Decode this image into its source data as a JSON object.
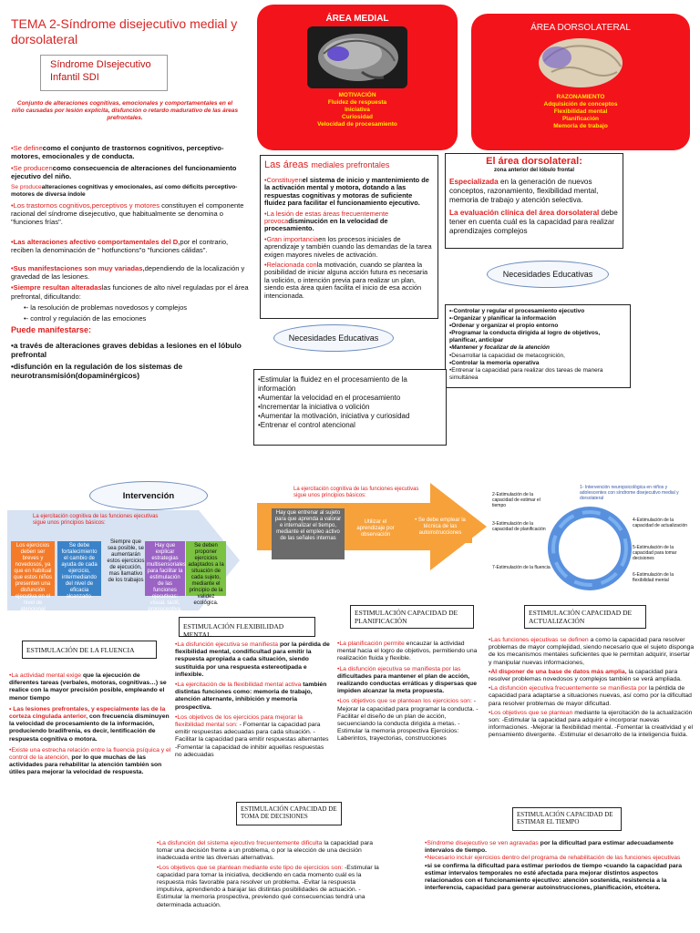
{
  "title": "TEMA 2-Síndrome disejecutivo medial y dorsolateral",
  "sdi_box": "Síndrome DIsejecutivo Infantil SDI",
  "definition": "Conjunto de alteraciones cognitivas, emocionales y comportamentales en el niño causadas por lesión explícita, disfunción o retardo madurativo de las áreas prefrontales.",
  "left_col": [
    {
      "r": "•Se define",
      "t": "como el conjunto de trastornos cognitivos, perceptivo-motores, emocionales y de conducta."
    },
    {
      "r": "•Se producen",
      "t": "como consecuencia de alteraciones del funcionamiento ejecutivo del niño."
    },
    {
      "r": "Se produce",
      "t": "alteraciones cognitivas y emocionales, así como déficits perceptivo-motores de diversa índole"
    },
    {
      "r": "•Los trastornos cognitivos,perceptivos y motores",
      "t": " constituyen  el componente racional del síndrome disejecutivo, que habitualmente se denomina o \"funciones frías\"."
    },
    {
      "r": "•Las alteraciones afectivo comportamentales del D,",
      "t": "por el contrario, reciben la denominación de \" hotfunctions\"o \"funciones cálidas\"."
    },
    {
      "r": "•Sus manifestaciones son muy variadas,",
      "t": "dependiendo de la localización y gravedad de las lesiones."
    },
    {
      "r": "•Siempre resultan alteradas",
      "t": "las funciones de alto nivel reguladas por el área prefrontal, dificultando:"
    }
  ],
  "left_sub": [
    "•- la resolución de problemas novedosos y complejos",
    "•- control y regulación de las emociones"
  ],
  "puede": "Puede manifestarse:",
  "puede_items": [
    "•a través de alteraciones graves debidas a lesiones en el lóbulo prefrontal",
    "•disfunción en la regulación de los sistemas de neurotransmisión(dopaminérgicos)"
  ],
  "area_medial": {
    "title": "ÁREA MEDIAL",
    "label": "MOTIVACIÓN",
    "items": [
      "Fluidez de respuesta",
      "Iniciativa",
      "Curiosidad",
      "Velocidad de procesamiento"
    ]
  },
  "area_dorso": {
    "title": "ÁREA DORSOLATERAL",
    "label": "RAZONAMIENTO",
    "items": [
      "Adquisición de conceptos",
      "Flexibilidad mental",
      "Planificación",
      "Memoria de trabajo"
    ]
  },
  "medial_box": {
    "title_a": "Las áreas",
    "title_b": "mediales prefrontales",
    "p1r": "•Constituyen",
    "p1": "el sistema de inicio y mantenimiento de la activación mental y motora, dotando a las respuestas cognitivas y motoras de suficiente fluidez para facilitar el funcionamiento ejecutivo.",
    "p2r": "•La lesión de estas áreas frecuentemente provoca",
    "p2": "disminución en la velocidad de procesamiento.",
    "p3r": "•Gran importancia",
    "p3": "en los procesos iniciales de aprendizaje y también cuando las demandas de la tarea exigen mayores niveles de activación.",
    "p4r": "•Relacionada con",
    "p4": "la motivación, cuando se plantea la posibilidad de iniciar alguna acción futura es necesaria la volición, o intención previa para realizar un plan, siendo esta área quien facilita el inicio de esa acción intencionada."
  },
  "dorso_box": {
    "title": "El área dorsolateral:",
    "subtitle": "zona anterior del lóbulo frontal",
    "p1r": "Especializada",
    "p1": " en la generación de nuevos conceptos, razonamiento, flexibilidad mental, memoria de trabajo y atención selectiva.",
    "p2r": "La evaluación clínica del área dorsolateral",
    "p2": " debe tener en cuenta cuál es la capacidad para realizar aprendizajes complejos"
  },
  "necesidades_label": "Necesidades Educativas",
  "nec_dorso": [
    "•-Controlar y regular el procesamiento ejecutivo",
    "•-Organizar y planificar la información",
    "•Ordenar y organizar el propio entorno",
    "•Programar la conducta dirigida al logro de objetivos, planificar, anticipar",
    "•Mantener y focalizar de la atención",
    "•Desarrollar la capacidad de metacognición,",
    "•Controlar la memoria operativa",
    "•Entrenar la capacidad para realizar dos tareas de manera simultánea"
  ],
  "nec_medial": [
    "•Estimular la fluidez en el procesamiento de la información",
    "•Aumentar la velocidad en el procesamiento",
    "•Incrementar la iniciativa o volición",
    "•Aumentar la motivación, iniciativa y curiosidad",
    "•Entrenar el control atencional"
  ],
  "intervencion": {
    "label": "Intervención",
    "intro": "La ejercitación cognitiva de las funciones ejecutivas sigue unos principios básicos:",
    "boxes": [
      "Los ejercicios deben ser breves y novedosos, ya que en habitual que estos niños presenten una disfunción ejecutiva en el nivel de atencional",
      "Se debe fortalecimiento el cambio de ayuda de cada ejercicio, intermediando del nivel de eficacia alcanzado.",
      "Siempre que sea posible, se aumentarán estos ejercicios de ejecución, mas llamativo de los trabajos",
      "Hay que explicar estrategias multisensoriales para facilitar la estimulación de las funciones ejecutivas: visual, táctil, propioceptiva, cinestésica, etc.",
      "Se deben proponer ejercicios adaptados a la situación de cada sujeto, mediante el principio de la validez ecológica."
    ]
  },
  "flow": {
    "intro": "La ejercitación cognitiva de las funciones ejecutivas sigue unos principios básicos:",
    "steps": [
      "Hay que entrenar al sujeto para que aprenda a valorar e internalizar el tiempo, mediante el empleo activo de las señales internas",
      "Utilizar el aprendizaje por observación",
      "• Se debe emplear la técnica de las autoinstrucciones"
    ]
  },
  "cycle": {
    "center": "1- Intervención neuropsicológica en niños y adolescentes con síndrome disejecutivo medial y dorsolateral",
    "items": [
      "2-Estimulación de la capacidad de estimar el tiempo",
      "3-Estimulación de la capacidad de planificación",
      "4-Estimulación de la capacidad de actualización",
      "5-Estimulación de la capacidad para tomar decisiones",
      "6-Estimulación de la flexibilidad mental",
      "7-Estimulación de la fluencia"
    ]
  },
  "fluencia": {
    "heading": "ESTIMULACIÓN DE LA FLUENCIA",
    "items": [
      {
        "r": "•La actividad mental exige",
        "t": " que la ejecución de diferentes tareas (verbales, motoras, cognitivas…) se realice con la mayor precisión posible, empleando el menor tiempo"
      },
      {
        "r": "• Las lesiones prefrontales, y especialmente las de la corteza cingulada anterior,",
        "t": " con frecuencia disminuyen la velocidad de procesamiento de la información, produciendo bradifrenia, es decir, lentificación de respuesta cognitiva o motora."
      },
      {
        "r": "•Existe una estrecha relación entre la fluencia psíquica y el control de la atención,",
        "t": " por lo que muchas de las actividades para rehabilitar la atención también son útiles para mejorar la velocidad de respuesta."
      }
    ]
  },
  "flexibilidad": {
    "heading": "ESTIMULACIÓN    FLEXIBILIDAD MENTAL",
    "items": [
      {
        "r": "•La disfunción ejecutiva se manifiesta",
        "t": " por la pérdida de flexibilidad mental, condificultad para emitir la respuesta apropiada a cada situación, siendo sustituida por una respuesta estereotipada e inflexible."
      },
      {
        "r": "•La ejercitación de la flexibilidad mental activa",
        "t": " también distintas funciones como: memoria de trabajo, atención alternante, inhibición y memoria prospectiva."
      },
      {
        "r": "•Los objetivos de los ejercicios para mejorar la flexibilidad mental son:",
        "t": " - Fomentar la capacidad para emitir respuestas adecuadas para cada situación. -Facilitar la capacidad para emitir respuestas alternantes -Fomentar la capacidad de inhibir aquellas respuestas no adecuadas"
      }
    ]
  },
  "planificacion": {
    "heading": "ESTIMULACIÓN  CAPACIDAD DE PLANIFICACIÓN",
    "items": [
      {
        "r": "•La planificación permite",
        "t": " encauzar la actividad mental hacia el logro de objetivos, permitiendo una realización fluida y flexible."
      },
      {
        "r": "•La disfunción ejecutiva se manifiesta por las",
        "t": " dificultades para mantener el plan de acción, realizando conductas erráticas y dispersas que impiden alcanzar la meta propuesta."
      },
      {
        "r": "•Los objetivos que se plantean los ejercicios son:",
        "t": " -Mejorar la capacidad para programar la conducta. -Facilitar el diseño de un plan de acción, secuenciando la conducta dirigida a metas. -Estimular la memoria prospectiva Ejercicios: Laberintos, trayectorias, construcciones"
      }
    ]
  },
  "actualizacion": {
    "heading": "ESTIMULACIÓN  CAPACIDAD DE ACTUALIZACIÓN",
    "items": [
      {
        "r": "•Las funciones ejecutivas se definen",
        "t": " a como la capacidad para resolver problemas de mayor complejidad, siendo necesario que el sujeto disponga de los mecanismos mentales suficientes que le permitan adquirir, insertar y manipular nuevas informaciones,"
      },
      {
        "r": "•Al disponer de una base de datos más amplia,",
        "t": " la capacidad para resolver problemas novedosos y complejos también se verá ampliada."
      },
      {
        "r": "•La disfunción ejecutiva frecuentemente se manifiesta por",
        "t": " la pérdida de capacidad para adaptarse a situaciones nuevas, así como por la dificultad para resolver problemas de mayor dificultad."
      },
      {
        "r": "•Los objetivos que se plantean",
        "t": " mediante la ejercitación de la actualización son: -Estimular la capacidad para adquirir e incorporar nuevas informaciones. -Mejorar la flexibilidad mental. -Fomentar la creatividad y el pensamiento divergente. -Estimular el desarrollo de la inteligencia fluida."
      }
    ]
  },
  "decisiones": {
    "heading": "ESTIMULACIÓN  CAPACIDAD DE TOMA DE DECISIONES",
    "items": [
      {
        "r": "•La disfunción del sistema ejecutivo frecuentemente dificulta",
        "t": " la capacidad para tomar una decisión frente a un problema, o por la elección de una decisión inadecuada entre las diversas alternativas."
      },
      {
        "r": "•Los objetivos que se plantean mediante este tipo de ejercicios son:",
        "t": " -Estimular la capacidad para tomar la iniciativa, decidiendo en cada momento cuál es la respuesta más favorable para resolver un problema. -Evitar la respuesta impulsiva, aprendiendo a barajar las distintas posibilidades de actuación. -Estimular la memoria prospectiva, previendo qué consecuencias tendrá una determinada actuación."
      }
    ]
  },
  "tiempo": {
    "heading": "ESTIMULACIÓN  CAPACIDAD DE ESTIMAR EL TIEMPO",
    "items": [
      {
        "r": "•Síndrome disejecutivo se ven agravadas",
        "t": " por la dificultad para estimar adecuadamente intervalos de tiempo."
      },
      {
        "r": "•Necesario incluir ejercicios dentro del programa de rehabilitación de las funciones ejecutivas",
        "t": ""
      },
      {
        "r": "",
        "t": "•si se confirma la dificultad para estimar períodos de tiempo •cuando la capacidad para estimar intervalos temporales no esté afectada para mejorar distintos aspectos relacionados con el funcionamiento ejecutivo: atención sostenida, resistencia a la interferencia, capacidad para generar autoinstrucciones, planificación, etcétera."
      }
    ]
  },
  "colors": {
    "red": "#f3131b",
    "accent_red": "#e02020",
    "box_border": "#6c8cbf"
  }
}
